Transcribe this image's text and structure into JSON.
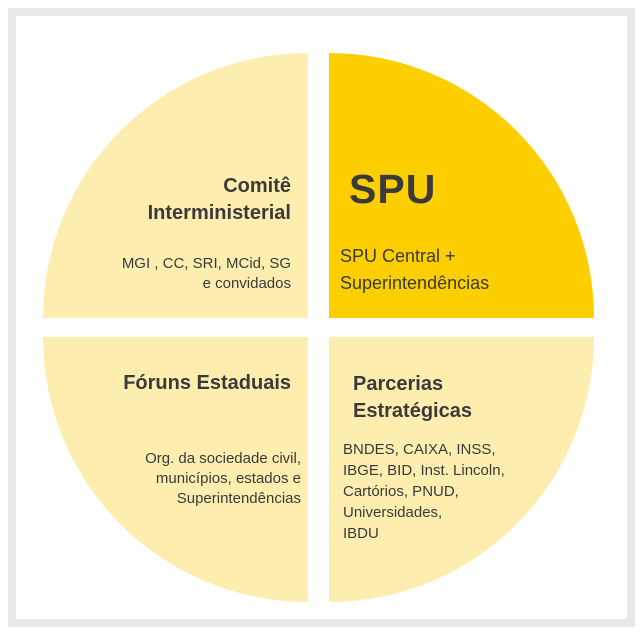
{
  "diagram": {
    "colors": {
      "frame_border": "#e8e8e8",
      "light_quadrant": "#fdeeb0",
      "highlight_quadrant": "#fecf00",
      "text": "#3a3a3a"
    },
    "quadrants": {
      "top_left": {
        "title_lines": [
          "Comitê",
          "Interministerial"
        ],
        "body_lines": [
          "MGI , CC, SRI, MCid, SG",
          "e convidados"
        ]
      },
      "top_right": {
        "title_lines": [
          "SPU"
        ],
        "body_lines": [
          "SPU Central +",
          "Superintendências"
        ]
      },
      "bottom_left": {
        "title_lines": [
          "Fóruns Estaduais"
        ],
        "body_lines": [
          "Org. da sociedade civil,",
          "municípios, estados e",
          "Superintendências"
        ]
      },
      "bottom_right": {
        "title_lines": [
          "Parcerias",
          "Estratégicas"
        ],
        "body_lines": [
          "BNDES, CAIXA, INSS,",
          "IBGE, BID, Inst. Lincoln,",
          "Cartórios, PNUD,",
          "Universidades,",
          "IBDU"
        ]
      }
    }
  }
}
